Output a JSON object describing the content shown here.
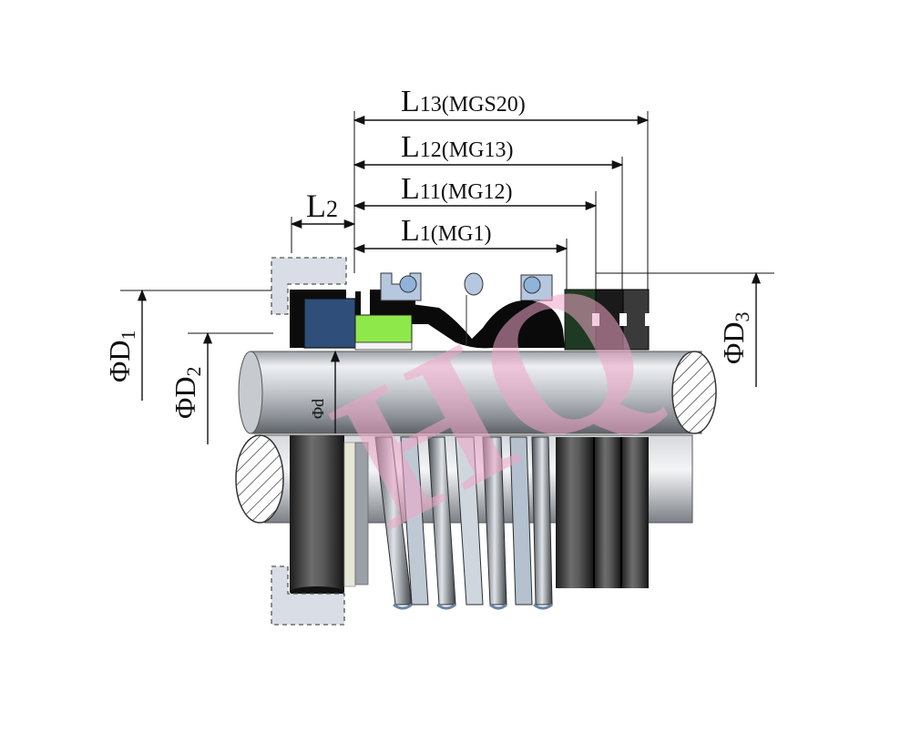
{
  "dimensions": {
    "l13": {
      "main": "L",
      "sub": "13",
      "note": "(MGS20)"
    },
    "l12": {
      "main": "L",
      "sub": "12",
      "note": "(MG13)"
    },
    "l11": {
      "main": "L",
      "sub": "11",
      "note": "(MG12)"
    },
    "l1": {
      "main": "L",
      "sub": "1",
      "note": "(MG1)"
    },
    "l2": {
      "main": "L",
      "sub": "2"
    },
    "d1": {
      "main": "ΦD",
      "sub": "1"
    },
    "d2": {
      "main": "ΦD",
      "sub": "2"
    },
    "d3": {
      "main": "ΦD",
      "sub": "3"
    },
    "d": {
      "main": "Φd"
    }
  },
  "watermark": "HQ",
  "colors": {
    "shaft_light": "#eef0f3",
    "shaft_dark": "#6f7378",
    "seat_blue": "#2f4f7a",
    "green_ring": "#8fe84a",
    "gland_fill": "#d9dee6",
    "spring_blue": "#8fb3d9",
    "watermark_pink": "#f0a6c8",
    "dark_green": "#1f3a22"
  }
}
